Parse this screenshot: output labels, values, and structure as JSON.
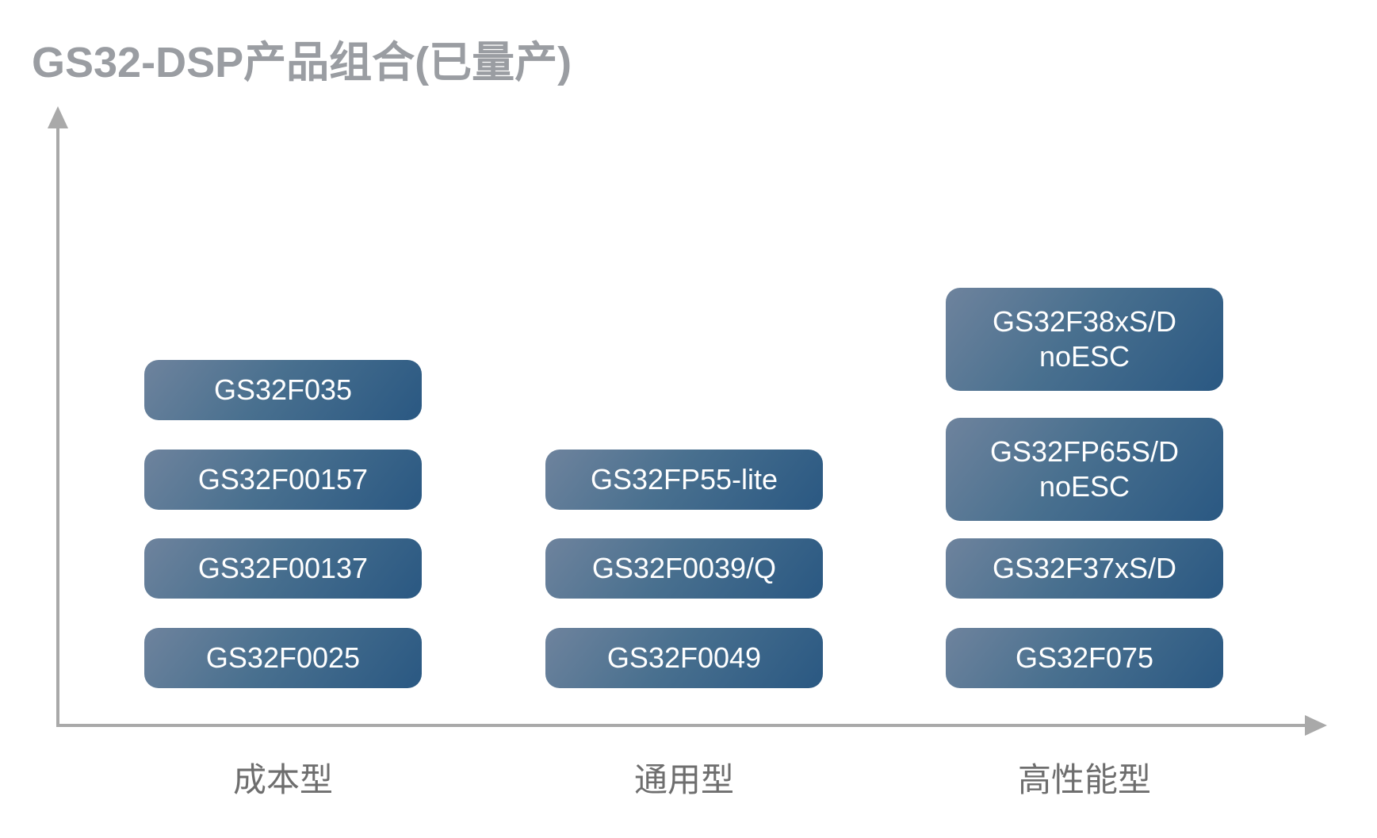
{
  "title": "GS32-DSP产品组合(已量产)",
  "colors": {
    "title_text": "#9a9da2",
    "axis_line": "#a9a9a9",
    "axis_label_text": "#6e6e6e",
    "box_gradient_start": "#6e839d",
    "box_gradient_end": "#2a5882",
    "box_text": "#ffffff"
  },
  "columns": [
    {
      "label": "成本型",
      "products": [
        "GS32F035",
        "GS32F00157",
        "GS32F00137",
        "GS32F0025"
      ]
    },
    {
      "label": "通用型",
      "products": [
        "GS32FP55-lite",
        "GS32F0039/Q",
        "GS32F0049"
      ]
    },
    {
      "label": "高性能型",
      "products": [
        "GS32F38xS/D\nnoESC",
        "GS32FP65S/D\nnoESC",
        "GS32F37xS/D",
        "GS32F075"
      ]
    }
  ]
}
